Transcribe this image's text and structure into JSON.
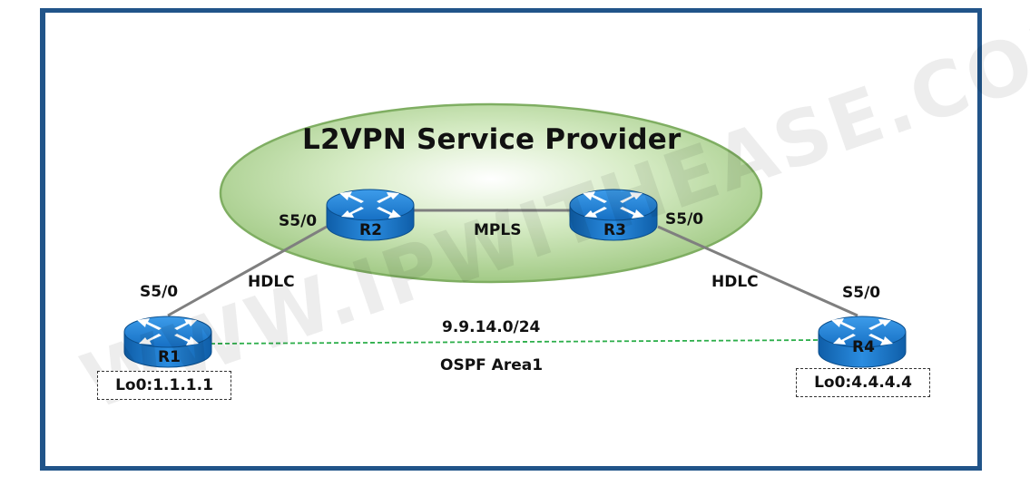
{
  "title": "L2VPN Service Provider",
  "watermark": "WWW.IPWITHEASE.COM",
  "colors": {
    "frame": "#215489",
    "cloud": "#a8cf8a",
    "router": "#1f7fd0",
    "ospf_link": "#2cae4a",
    "serial_link": "#777777"
  },
  "routers": {
    "r1": {
      "name": "R1",
      "icon": "router-icon",
      "loopback": "Lo0:1.1.1.1",
      "interface": "S5/0"
    },
    "r2": {
      "name": "R2",
      "icon": "router-icon",
      "interface": "S5/0"
    },
    "r3": {
      "name": "R3",
      "icon": "router-icon",
      "interface": "S5/0"
    },
    "r4": {
      "name": "R4",
      "icon": "router-icon",
      "loopback": "Lo0:4.4.4.4",
      "interface": "S5/0"
    }
  },
  "links": {
    "r1_r2": "HDLC",
    "r2_r3": "MPLS",
    "r3_r4": "HDLC",
    "r1_r4_subnet": "9.9.14.0/24",
    "r1_r4_area": "OSPF Area1"
  }
}
